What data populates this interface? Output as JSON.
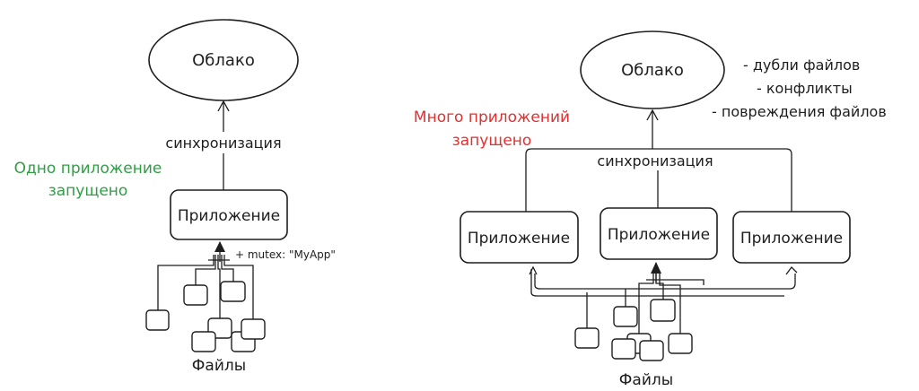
{
  "left": {
    "cloud": "Облако",
    "sync": "синхронизация",
    "status_line1": "Одно приложение",
    "status_line2": "запущено",
    "app": "Приложение",
    "mutex": "+ mutex: \"MyApp\"",
    "files": "Файлы"
  },
  "right": {
    "cloud": "Облако",
    "sync": "синхронизация",
    "status_line1": "Много приложений",
    "status_line2": "запущено",
    "apps": [
      "Приложение",
      "Приложение",
      "Приложение"
    ],
    "issues": [
      "- дубли файлов",
      "- конфликты",
      "- повреждения файлов"
    ],
    "files": "Файлы"
  },
  "colors": {
    "ink": "#1e1e1e",
    "single_status": "#2f9e44",
    "multi_status": "#e03131"
  }
}
